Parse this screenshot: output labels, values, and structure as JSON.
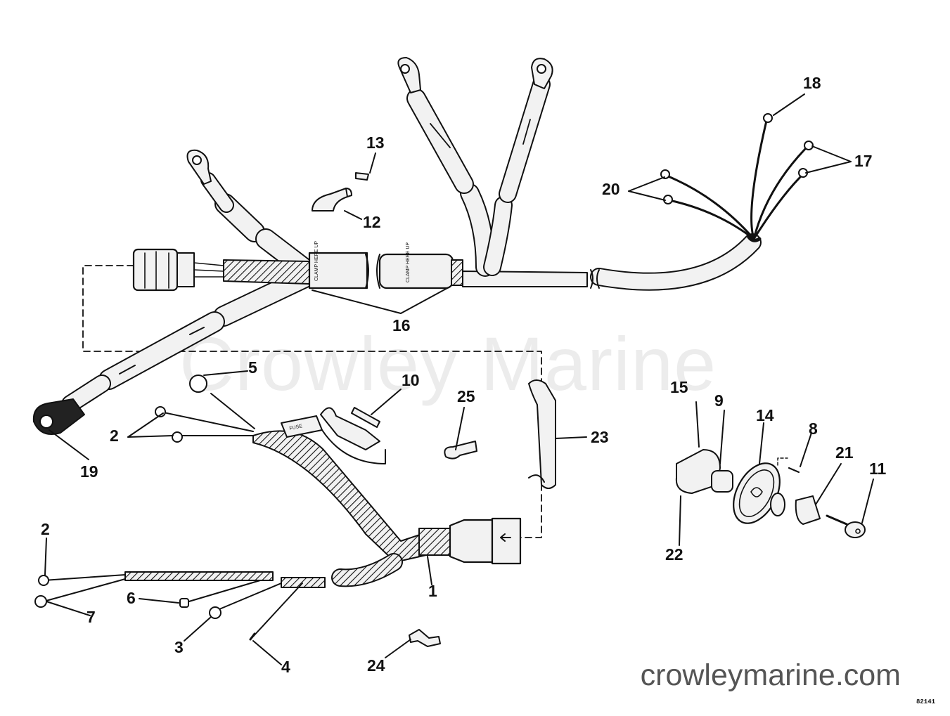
{
  "watermark": "Crowley Marine",
  "website": "crowleymarine.com",
  "figure_number": "82141",
  "band_text": {
    "clamp": "CLAMP HERE UP",
    "fuse": "FUSE"
  },
  "callouts": [
    "1",
    "2",
    "2",
    "3",
    "4",
    "5",
    "6",
    "7",
    "8",
    "9",
    "10",
    "11",
    "12",
    "13",
    "14",
    "15",
    "16",
    "17",
    "18",
    "19",
    "20",
    "21",
    "22",
    "23",
    "24",
    "25"
  ],
  "colors": {
    "line": "#111111",
    "wire_fill": "#f2f2f2",
    "hatch": "#111111"
  }
}
